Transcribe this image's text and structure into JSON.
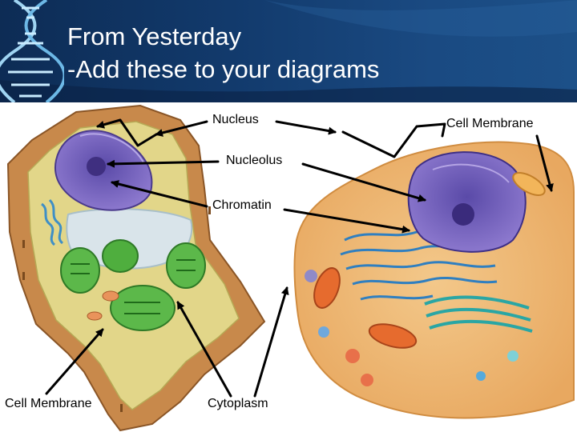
{
  "slide": {
    "title_line1": "From Yesterday",
    "title_line2": "-Add these to your diagrams",
    "header_color": "#123a6c",
    "icon": "dna-helix-icon"
  },
  "labels": {
    "nucleus": "Nucleus",
    "nucleolus": "Nucleolus",
    "chromatin": "Chromatin",
    "cell_membrane_top": "Cell Membrane",
    "cell_membrane_bottom": "Cell Membrane",
    "cytoplasm": "Cytoplasm"
  },
  "illustrations": {
    "left": "plant-cell-illustration",
    "right": "animal-cell-illustration"
  }
}
